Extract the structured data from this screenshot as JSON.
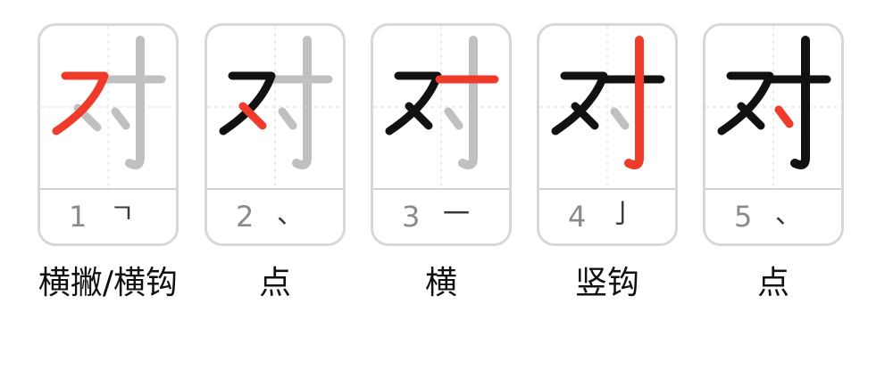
{
  "strokes": [
    {
      "step": "1",
      "glyph": "ㄱ",
      "name": "横撇/横钩"
    },
    {
      "step": "2",
      "glyph": "、",
      "name": "点"
    },
    {
      "step": "3",
      "glyph": "一",
      "name": "横"
    },
    {
      "step": "4",
      "glyph": "亅",
      "name": "竖钩"
    },
    {
      "step": "5",
      "glyph": "、",
      "name": "点"
    }
  ],
  "character": "对",
  "colors": {
    "current_stroke": "#f03a2a",
    "done_stroke": "#111111",
    "pending_stroke": "#bdbdbd",
    "card_border": "#d7d7d7",
    "grid_line": "#e6e6e6"
  }
}
